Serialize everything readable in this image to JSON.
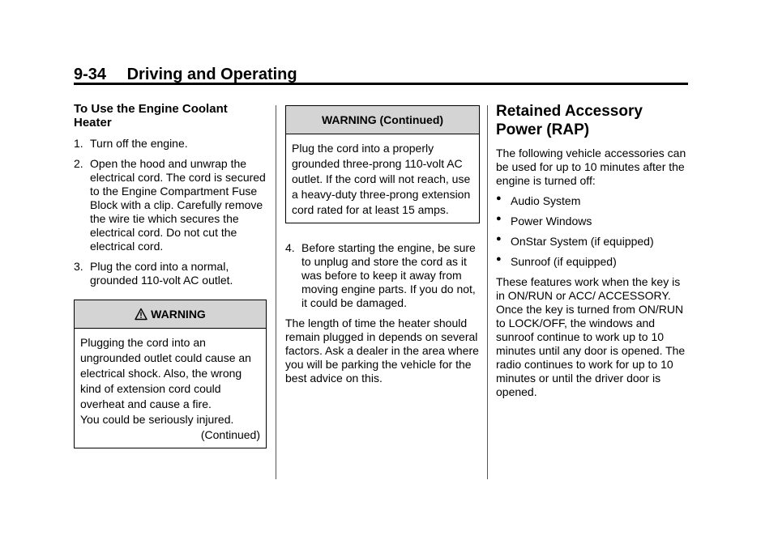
{
  "header": {
    "page_number": "9-34",
    "section_title": "Driving and Operating"
  },
  "col1": {
    "heading": "To Use the Engine Coolant Heater",
    "steps": [
      {
        "num": "1.",
        "text": "Turn off the engine."
      },
      {
        "num": "2.",
        "text": "Open the hood and unwrap the electrical cord. The cord is secured to the Engine Compartment Fuse Block with a clip. Carefully remove the wire tie which secures the electrical cord. Do not cut the electrical cord."
      },
      {
        "num": "3.",
        "text": "Plug the cord into a normal, grounded 110-volt AC outlet."
      }
    ],
    "warning": {
      "title": "WARNING",
      "body": "Plugging the cord into an ungrounded outlet could cause an electrical shock. Also, the wrong kind of extension cord could overheat and cause a fire.",
      "body2": "You could be seriously injured.",
      "continued": "(Continued)"
    }
  },
  "col2": {
    "warning": {
      "title": "WARNING  (Continued)",
      "body": "Plug the cord into a properly grounded three-prong 110-volt AC outlet. If the cord will not reach, use a heavy-duty three-prong extension cord rated for at least 15 amps."
    },
    "step4": {
      "num": "4.",
      "text": "Before starting the engine, be sure to unplug and store the cord as it was before to keep it away from moving engine parts. If you do not, it could be damaged."
    },
    "paragraph": "The length of time the heater should remain plugged in depends on several factors. Ask a dealer in the area where you will be parking the vehicle for the best advice on this."
  },
  "col3": {
    "heading": "Retained Accessory Power (RAP)",
    "intro": "The following vehicle accessories can be used for up to 10 minutes after the engine is turned off:",
    "bullets": [
      "Audio System",
      "Power Windows",
      "OnStar System (if equipped)",
      "Sunroof (if equipped)"
    ],
    "paragraph": "These features work when the key is in ON/RUN or ACC/ ACCESSORY. Once the key is turned from ON/RUN to LOCK/OFF, the windows and sunroof continue to work up to 10 minutes until any door is opened. The radio continues to work for up to 10 minutes or until the driver door is opened."
  },
  "icons": {
    "warning": "warning-triangle-icon"
  }
}
